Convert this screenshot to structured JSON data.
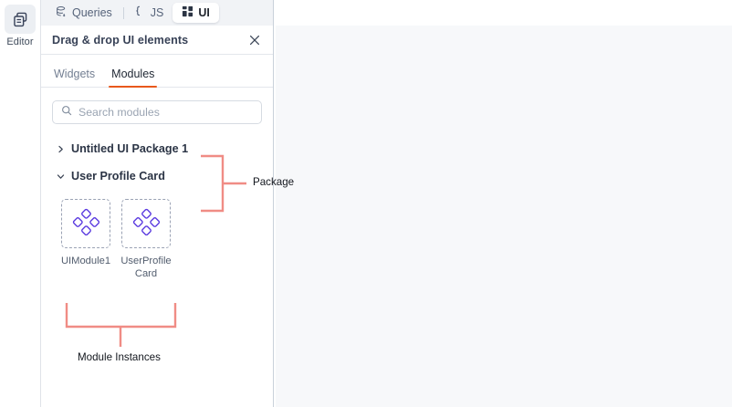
{
  "rail": {
    "items": [
      {
        "label": "Editor",
        "icon": "editor-documents-icon",
        "active": true
      }
    ]
  },
  "tabbar": {
    "tabs": [
      {
        "label": "Queries",
        "icon": "database-query-icon",
        "active": false
      },
      {
        "label": "JS",
        "icon": "curly-braces-icon",
        "active": false
      },
      {
        "label": "UI",
        "icon": "grid-layout-icon",
        "active": true
      }
    ]
  },
  "panel": {
    "title": "Drag & drop UI elements",
    "close_icon": "close-icon",
    "subtabs": [
      {
        "label": "Widgets",
        "active": false
      },
      {
        "label": "Modules",
        "active": true
      }
    ],
    "search": {
      "placeholder": "Search modules",
      "value": "",
      "icon": "search-icon"
    },
    "tree": [
      {
        "label": "Untitled UI Package 1",
        "expanded": false,
        "chevron": "chevron-right-icon"
      },
      {
        "label": "User Profile Card",
        "expanded": true,
        "chevron": "chevron-down-icon"
      }
    ],
    "modules": [
      {
        "name": "UIModule1",
        "icon": "module-diamonds-icon"
      },
      {
        "name": "UserProfileCard",
        "icon": "module-diamonds-icon"
      }
    ]
  },
  "annotations": [
    {
      "label": "Package",
      "color": "#F08C85"
    },
    {
      "label": "Module Instances",
      "color": "#F08C85"
    }
  ],
  "colors": {
    "accent_orange": "#E8581C",
    "module_purple": "#5B3BE0",
    "annotation_salmon": "#F08C85",
    "panel_border": "#C9D1DA",
    "canvas_bg": "#F7F8FA",
    "tabbar_bg": "#F1F3F6"
  }
}
